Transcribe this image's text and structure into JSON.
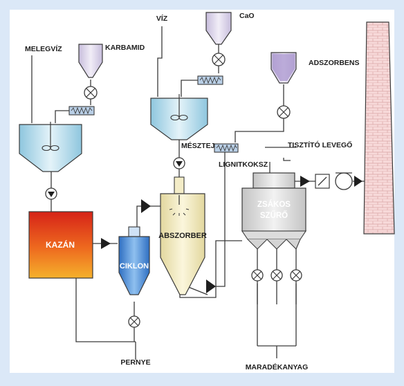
{
  "labels": {
    "melegviz": "MELEGVÍZ",
    "karbamid": "KARBAMID",
    "viz": "VÍZ",
    "cao": "CaO",
    "adszorbens": "ADSZORBENS",
    "mesztej": "MÉSZTEJ",
    "lignitkoksz": "LIGNITKOKSZ",
    "tisztito_levego": "TISZTÍTÓ LEVEGŐ",
    "kazan": "KAZÁN",
    "ciklon": "CIKLON",
    "abszorber": "ABSZORBER",
    "zsakos": "ZSÁKOS",
    "szuro": "SZŰRŐ",
    "pernye": "PERNYE",
    "maradekanyag": "MARADÉKANYAG"
  },
  "colors": {
    "background": "#dbe8f7",
    "panel": "#ffffff",
    "line": "#3a3a3a",
    "hopper_fill": "#d8cfe6",
    "adszorbens_fill": "#b3a2d2",
    "mixer_tank_fill": "#a9d4e8",
    "ciklon_fill": "#4f8fd6",
    "abszorber_fill": "#efe6b8",
    "filter_fill": "#d9d9d9",
    "chimney_fill": "#f6d6d6",
    "kazan_top": "#d62318",
    "kazan_bottom": "#f5a623"
  },
  "icons": {
    "mixer": "mixer-impeller-icon",
    "valve": "rotary-valve-icon",
    "pump": "pump-icon",
    "screw": "screw-conveyor-icon",
    "damper": "damper-icon",
    "fan": "fan-icon",
    "flow": "flow-arrow-icon",
    "spray": "spray-nozzle-icon"
  }
}
